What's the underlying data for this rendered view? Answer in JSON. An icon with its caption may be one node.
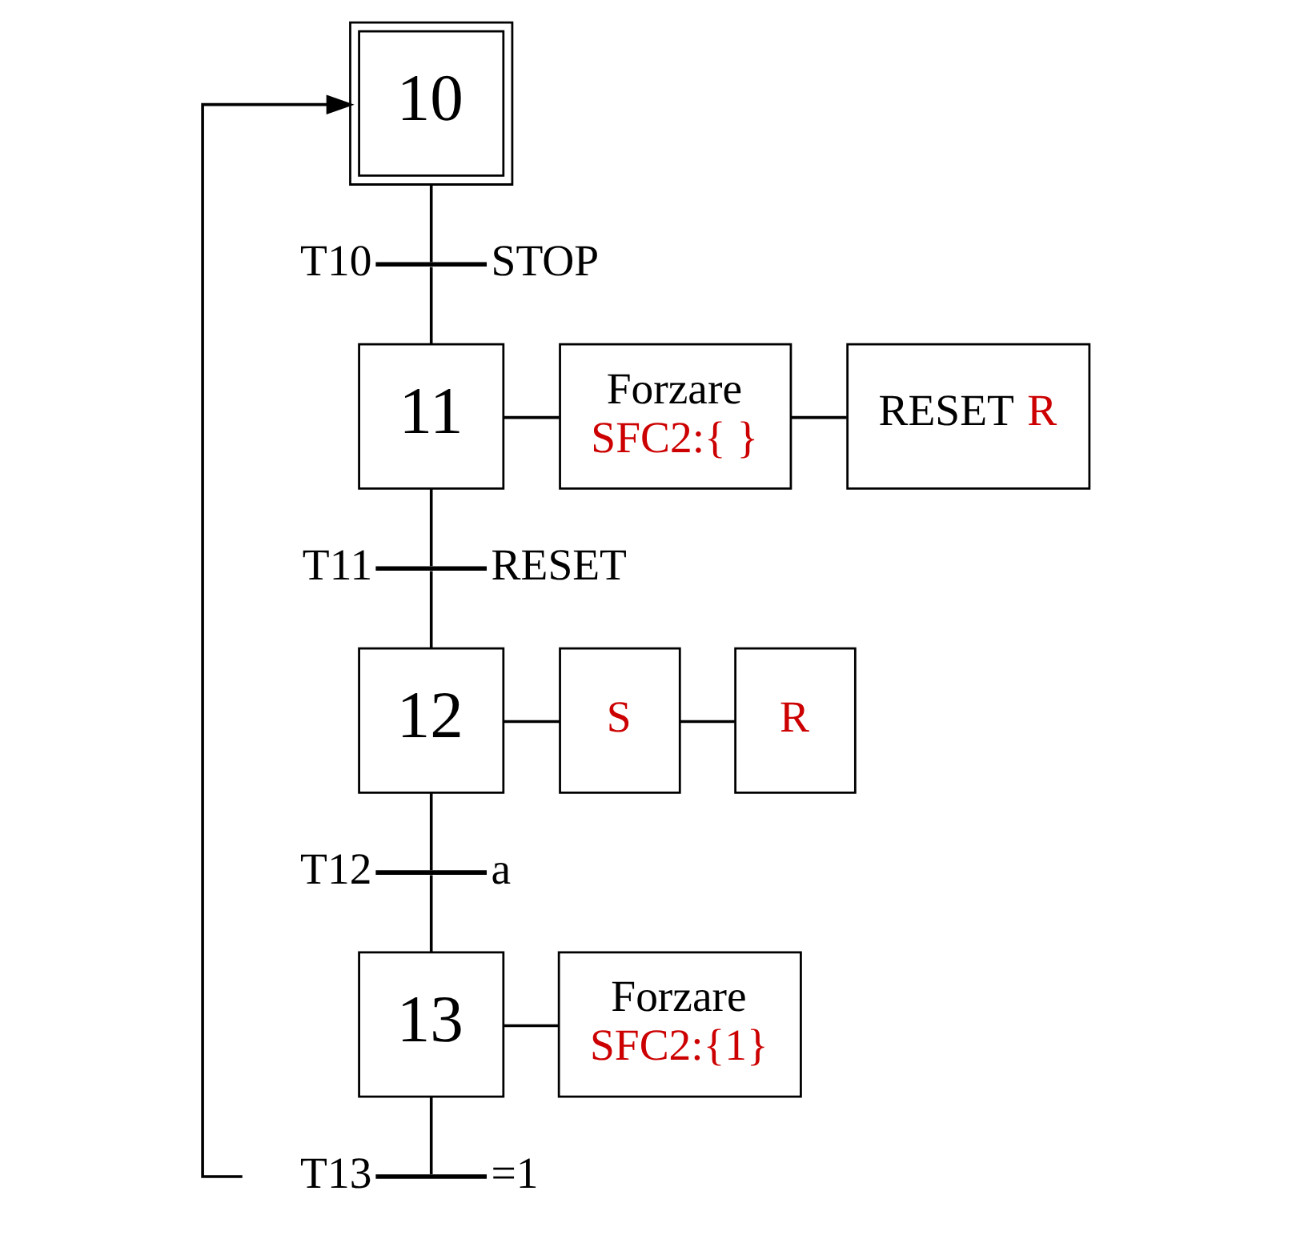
{
  "diagram": {
    "nodes": [
      {
        "text": [
          "10"
        ]
      },
      {
        "text": [],
        "shape": "bar",
        "beside": [
          "T10",
          "STOP"
        ]
      },
      {
        "text": [
          "11"
        ]
      },
      {
        "text": [
          "Forzare",
          "SFC2:{ }"
        ]
      },
      {
        "text": [
          "RESET R"
        ]
      },
      {
        "text": [],
        "shape": "bar",
        "beside": [
          "T11",
          "RESET"
        ]
      },
      {
        "text": [
          "12"
        ]
      },
      {
        "text": [
          "S"
        ]
      },
      {
        "text": [
          "R"
        ]
      },
      {
        "text": [],
        "shape": "bar",
        "beside": [
          "T12",
          "a"
        ]
      },
      {
        "text": [
          "13"
        ]
      },
      {
        "text": [
          "Forzare",
          "SFC2:{1}"
        ]
      },
      {
        "text": [],
        "shape": "bar",
        "beside": [
          "T13",
          "=1"
        ]
      }
    ],
    "edges": [
      {
        "from": 0,
        "to": 1,
        "arrow": "none"
      },
      {
        "from": 1,
        "to": 2,
        "arrow": "none"
      },
      {
        "from": 2,
        "to": 3,
        "arrow": "none"
      },
      {
        "from": 3,
        "to": 4,
        "arrow": "none"
      },
      {
        "from": 2,
        "to": 5,
        "arrow": "none"
      },
      {
        "from": 5,
        "to": 6,
        "arrow": "none"
      },
      {
        "from": 6,
        "to": 7,
        "arrow": "none"
      },
      {
        "from": 7,
        "to": 8,
        "arrow": "none"
      },
      {
        "from": 6,
        "to": 9,
        "arrow": "none"
      },
      {
        "from": 9,
        "to": 10,
        "arrow": "none"
      },
      {
        "from": 10,
        "to": 11,
        "arrow": "none"
      },
      {
        "from": 10,
        "to": 12,
        "arrow": "none"
      },
      {
        "from": 12,
        "to": 0,
        "arrow": "to"
      }
    ]
  }
}
